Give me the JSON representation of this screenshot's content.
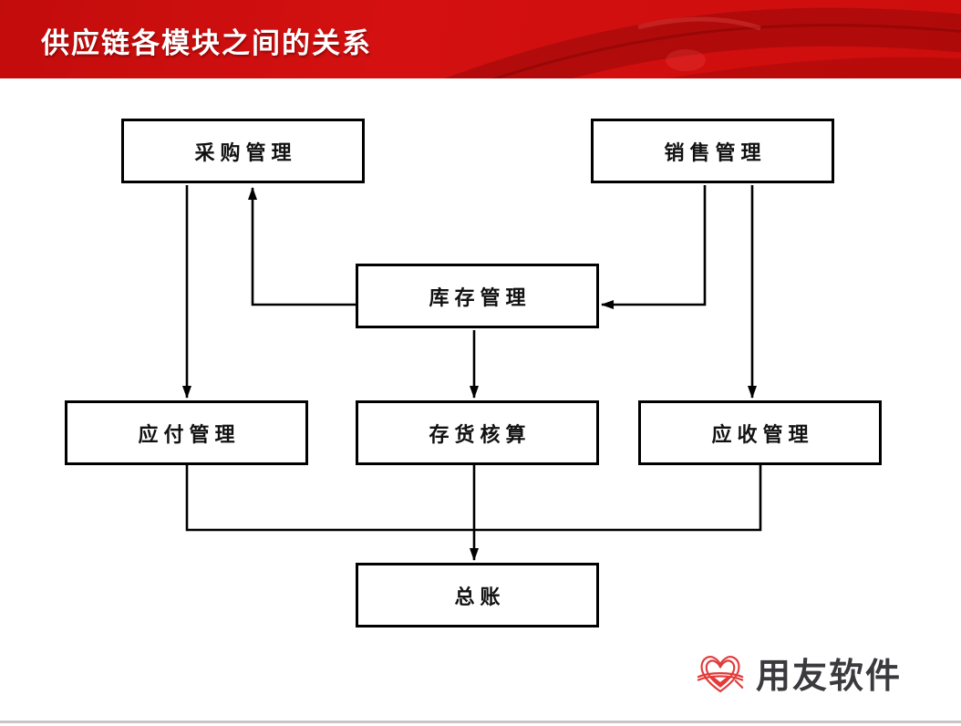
{
  "header": {
    "title": "供应链各模块之间的关系",
    "bg_color": "#d01010"
  },
  "diagram": {
    "nodes": [
      {
        "id": "purchase",
        "label": "采购管理"
      },
      {
        "id": "sales",
        "label": "销售管理"
      },
      {
        "id": "inventory",
        "label": "库存管理"
      },
      {
        "id": "payable",
        "label": "应付管理"
      },
      {
        "id": "stock_accounting",
        "label": "存货核算"
      },
      {
        "id": "receivable",
        "label": "应收管理"
      },
      {
        "id": "ledger",
        "label": "总账"
      }
    ],
    "edges": [
      {
        "from": "purchase",
        "to": "payable"
      },
      {
        "from": "inventory",
        "to": "purchase"
      },
      {
        "from": "sales",
        "to": "inventory"
      },
      {
        "from": "sales",
        "to": "receivable"
      },
      {
        "from": "inventory",
        "to": "stock_accounting"
      },
      {
        "from": "payable",
        "to": "ledger"
      },
      {
        "from": "stock_accounting",
        "to": "ledger"
      },
      {
        "from": "receivable",
        "to": "ledger"
      }
    ],
    "line_color": "#000000"
  },
  "footer": {
    "logo_text": "用友软件",
    "logo_heart_color": "#e23b3b",
    "logo_text_color": "#3a3a3e"
  }
}
